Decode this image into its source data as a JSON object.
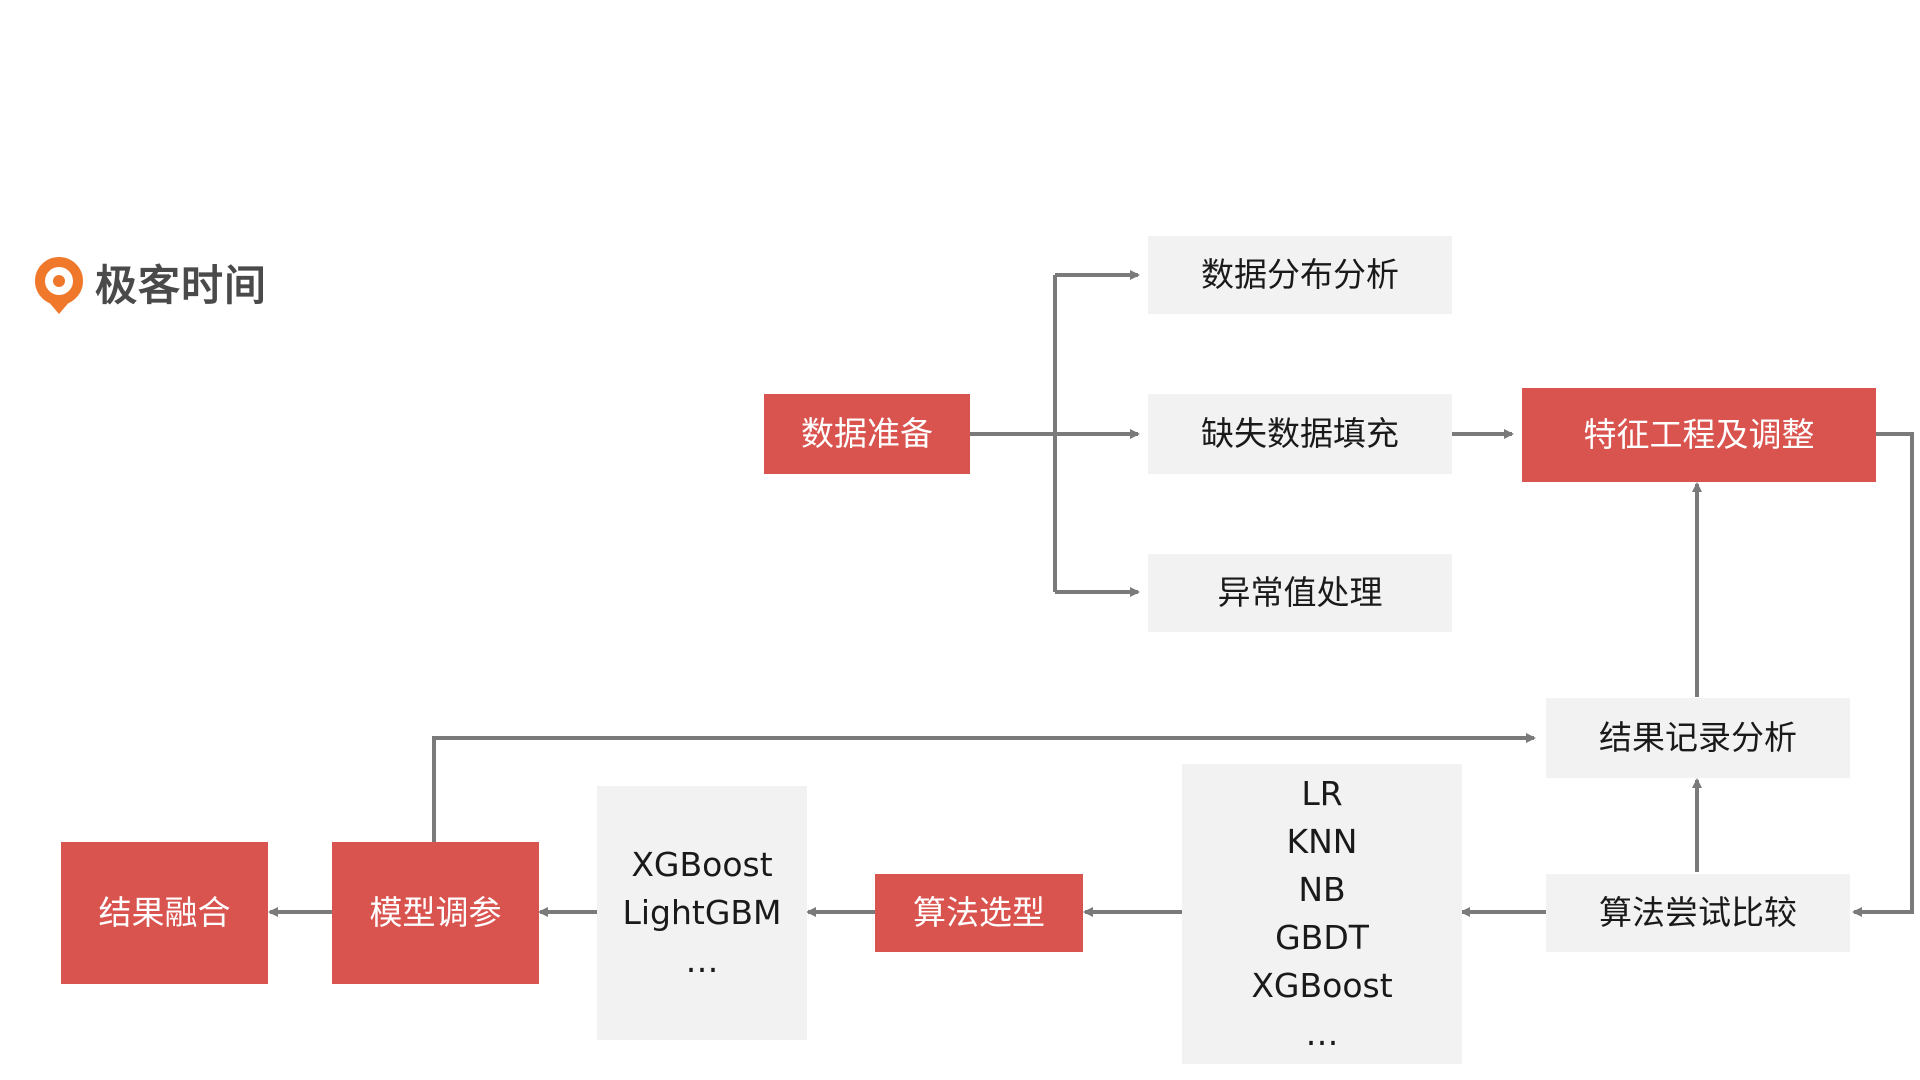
{
  "logo": {
    "text": "极客时间",
    "brand_color": "#f0782a"
  },
  "colors": {
    "red_box": "#d9534f",
    "gray_box": "#f2f2f2",
    "arrow": "#7a7a7a"
  },
  "nodes": {
    "data_prep": "数据准备",
    "dist_analysis": "数据分布分析",
    "missing_fill": "缺失数据填充",
    "outlier": "异常值处理",
    "feature_eng": "特征工程及调整",
    "result_record": "结果记录分析",
    "algo_compare": "算法尝试比较",
    "algo_list": [
      "LR",
      "KNN",
      "NB",
      "GBDT",
      "XGBoost",
      "…"
    ],
    "algo_select": "算法选型",
    "selected_models": [
      "XGBoost",
      "LightGBM",
      "…"
    ],
    "tuning": "模型调参",
    "fusion": "结果融合"
  }
}
